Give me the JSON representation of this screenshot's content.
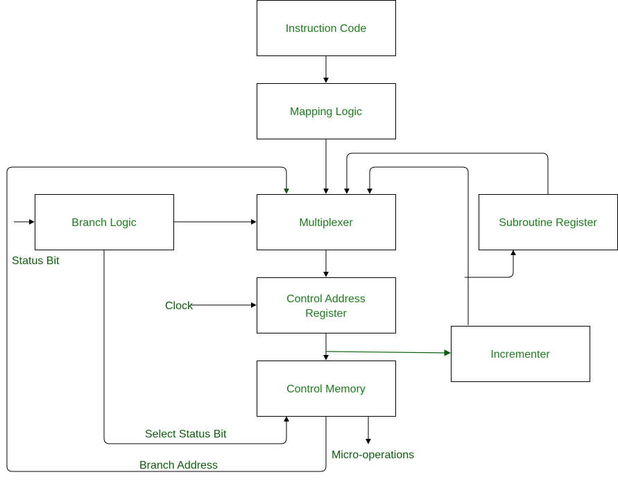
{
  "blocks": {
    "instruction_code": "Instruction Code",
    "mapping_logic": "Mapping Logic",
    "multiplexer": "Multiplexer",
    "branch_logic": "Branch Logic",
    "subroutine_register": "Subroutine Register",
    "control_address_register_line1": "Control Address",
    "control_address_register_line2": "Register",
    "incrementer": "Incrementer",
    "control_memory": "Control Memory"
  },
  "labels": {
    "status_bit": "Status Bit",
    "clock": "Clock",
    "select_status_bit": "Select Status Bit",
    "branch_address": "Branch Address",
    "micro_operations": "Micro-operations"
  },
  "colors": {
    "text_green": "#1a7d1a",
    "label_green": "#0b5e0b",
    "line": "#000000"
  }
}
